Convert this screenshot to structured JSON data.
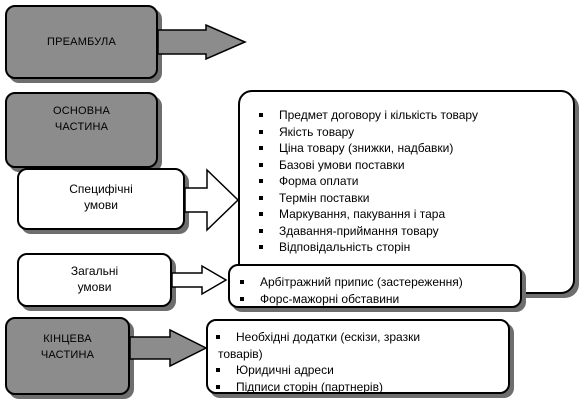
{
  "preamble": {
    "label": "ПРЕАМБУЛА"
  },
  "main_part": {
    "label_line1": "ОСНОВНА",
    "label_line2": "ЧАСТИНА"
  },
  "specific_terms": {
    "label_line1": "Специфічні",
    "label_line2": "умови"
  },
  "general_terms": {
    "label_line1": "Загальні",
    "label_line2": "умови"
  },
  "final_part": {
    "label_line1": "КІНЦЕВА",
    "label_line2": "ЧАСТИНА"
  },
  "specific_items": [
    "Предмет договору і кількість товару",
    "Якість товару",
    "Ціна товару (знижки, надбавки)",
    "Базові умови поставки",
    "Форма оплати",
    "Термін поставки",
    "Маркування, пакування і тара",
    "Здавання-приймання товару",
    "Відповідальність сторін"
  ],
  "general_items": [
    "Арбітражний припис (застереження)",
    "Форс-мажорні обставини"
  ],
  "final_items": [
    {
      "line1": "Необхідні додатки (ескізи, зразки",
      "line2": "товарів)"
    },
    {
      "line1": "Юридичні адреси"
    },
    {
      "line1": "Підписи сторін (партнерів)"
    }
  ]
}
